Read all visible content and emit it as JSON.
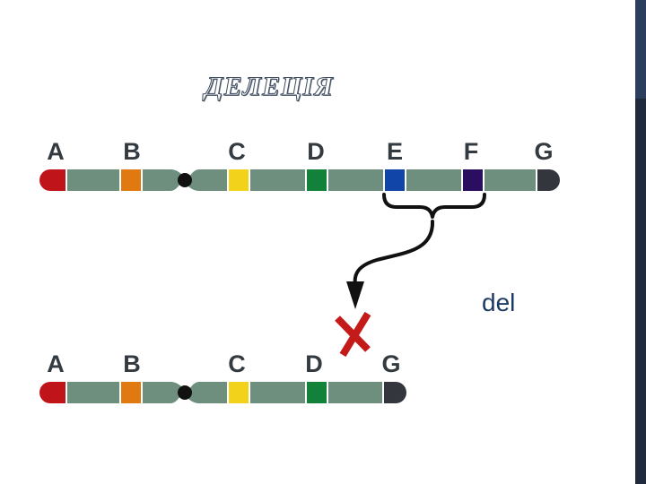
{
  "title": "ДЕЛЕЦІЯ",
  "deletion_label": "del",
  "colors": {
    "arm": "#6e8e7e",
    "A": "#c0141b",
    "B": "#e07a10",
    "C": "#f2d21b",
    "D": "#12813a",
    "E": "#1146a8",
    "F": "#2a0e60",
    "G": "#33363d",
    "cross": "#c41a1a"
  },
  "normal": {
    "genes": [
      {
        "letter": "A",
        "color": "A"
      },
      {
        "letter": "B",
        "color": "B"
      },
      {
        "letter": "C",
        "color": "C"
      },
      {
        "letter": "D",
        "color": "D"
      },
      {
        "letter": "E",
        "color": "E"
      },
      {
        "letter": "F",
        "color": "F"
      },
      {
        "letter": "G",
        "color": "G"
      }
    ]
  },
  "deleted": {
    "genes": [
      {
        "letter": "A",
        "color": "A"
      },
      {
        "letter": "B",
        "color": "B"
      },
      {
        "letter": "C",
        "color": "C"
      },
      {
        "letter": "D",
        "color": "D"
      },
      {
        "letter": "G",
        "color": "G"
      }
    ]
  }
}
